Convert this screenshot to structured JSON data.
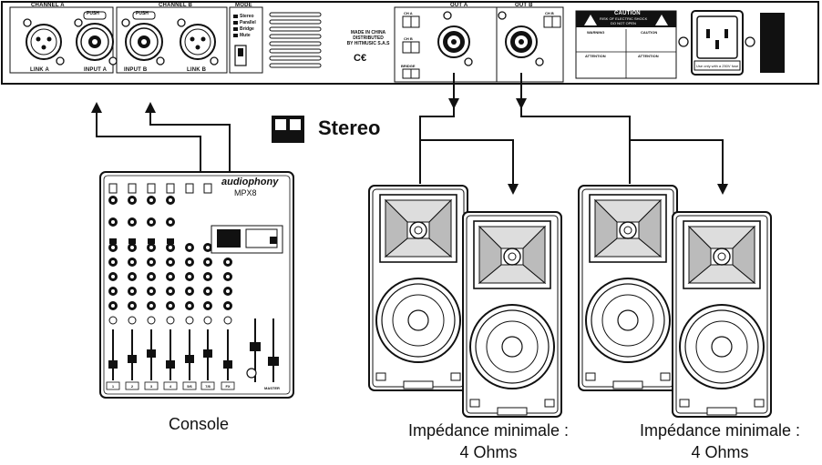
{
  "panel": {
    "channel_a": "CHANNEL A",
    "channel_b": "CHANNEL B",
    "mode": "MODE",
    "out_a": "OUT A",
    "out_b": "OUT B",
    "push_a": "PUSH",
    "push_b": "PUSH",
    "link_a": "LINK A",
    "input_a": "INPUT A",
    "input_b": "INPUT B",
    "link_b": "LINK B",
    "mode_options": [
      "Stereo",
      "Parallel",
      "Bridge",
      "Mute"
    ],
    "made_in_china": "MADE IN CHINA",
    "distributed": "DISTRIBUTED",
    "by_hitmusic": "BY HITMUSIC S.A.S",
    "ce_mark": "C€",
    "ch_a": "CH A",
    "ch_b_mid": "CH B",
    "ch_b_right": "CH B",
    "bridge": "BRIDGE",
    "caution_title": "CAUTION",
    "caution_sub": "RISK OF ELECTRIC SHOCK",
    "caution_sub2": "DO NOT OPEN",
    "warning": "WARNING",
    "caution2": "CAUTION",
    "attention1": "ATTENTION",
    "attention2": "ATTENTION",
    "fuse_note": "Use only with a 250V fuse"
  },
  "stereo_label": "Stereo",
  "mixer": {
    "brand": "audiophony",
    "model": "MPX8",
    "channels": [
      "1",
      "2",
      "3",
      "4",
      "5/6",
      "7/8",
      "FX"
    ],
    "master": "MASTER"
  },
  "captions": {
    "console": "Console",
    "impedance_left_line1": "Impédance minimale :",
    "impedance_left_line2": "4 Ohms",
    "impedance_right_line1": "Impédance minimale :",
    "impedance_right_line2": "4 Ohms"
  }
}
